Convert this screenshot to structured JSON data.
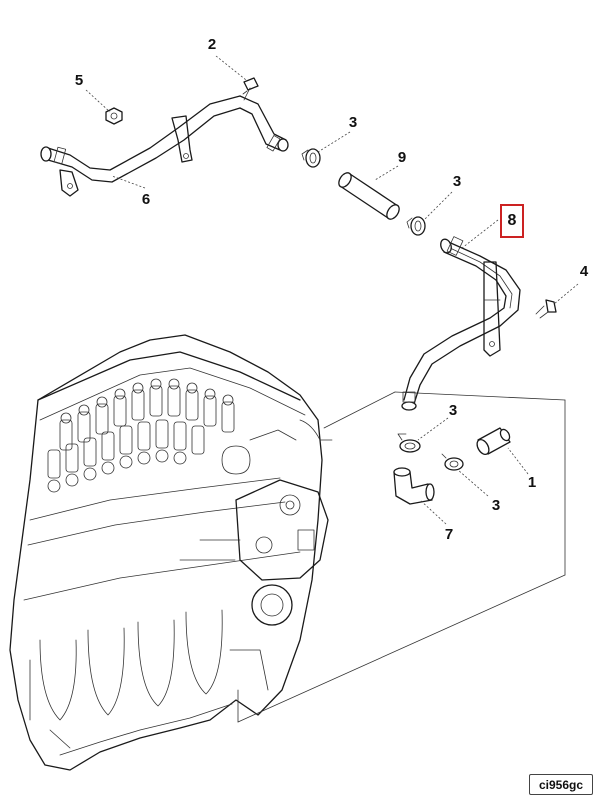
{
  "callouts": [
    {
      "id": "c2",
      "label": "2"
    },
    {
      "id": "c5",
      "label": "5"
    },
    {
      "id": "c3a",
      "label": "3"
    },
    {
      "id": "c9",
      "label": "9"
    },
    {
      "id": "c3b",
      "label": "3"
    },
    {
      "id": "c6",
      "label": "6"
    },
    {
      "id": "c8",
      "label": "8"
    },
    {
      "id": "c4",
      "label": "4"
    },
    {
      "id": "c3c",
      "label": "3"
    },
    {
      "id": "c1",
      "label": "1"
    },
    {
      "id": "c3d",
      "label": "3"
    },
    {
      "id": "c7",
      "label": "7"
    }
  ],
  "highlight_color": "#cc2222",
  "figure_code": "ci956gc"
}
